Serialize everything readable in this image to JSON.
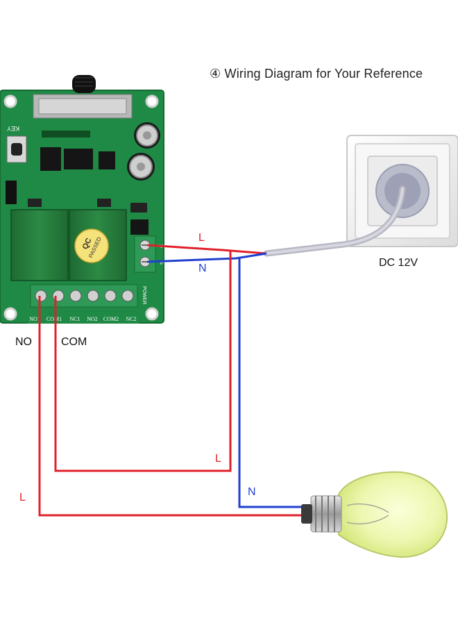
{
  "title": "④ Wiring Diagram for Your Reference",
  "power_label": "DC 12V",
  "terminal_labels": {
    "no": "NO",
    "com": "COM"
  },
  "wire_labels": {
    "l_top": "L",
    "n_top": "N",
    "l_mid": "L",
    "l_left": "L",
    "n_bottom": "N"
  },
  "board_text": {
    "key": "KEY",
    "qc_line1": "QC",
    "qc_line2": "PASSED",
    "power": "POWER",
    "v_plus": "V+",
    "v_minus": "V-",
    "terminals": [
      "NO1",
      "COM1",
      "NC1",
      "NO2",
      "COM2",
      "NC2"
    ]
  },
  "colors": {
    "live_wire": "#e0202a",
    "neutral_wire": "#1f3fd0",
    "board": "#1f8a45",
    "terminal_block": "#2f9a58",
    "bulb_glass": "#eaf5a8",
    "socket": "#f3f3f3"
  }
}
